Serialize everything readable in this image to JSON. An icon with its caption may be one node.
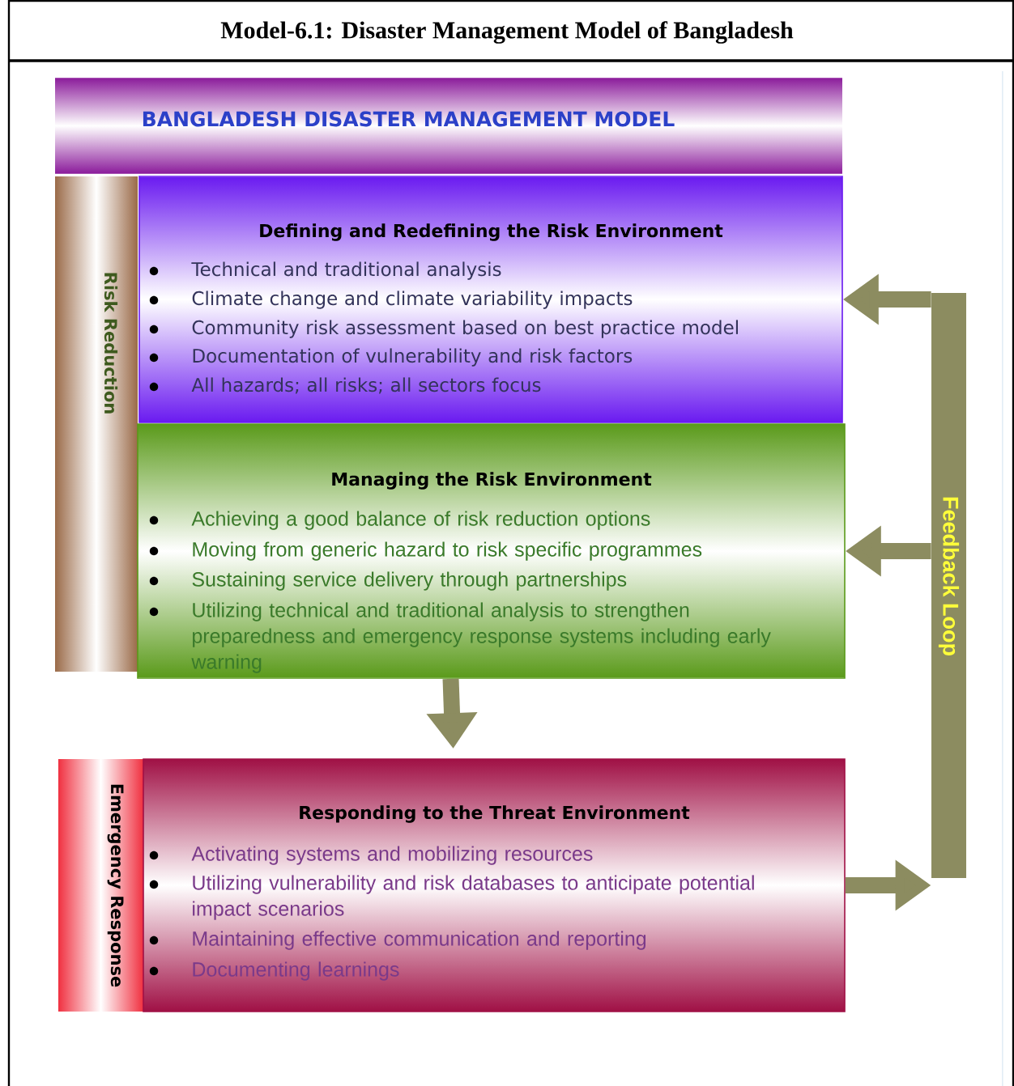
{
  "diagram": {
    "title": "Model-6.1: Disaster Management Model of Bangladesh",
    "nodes": [
      {
        "text": [
          "BANGLADESH DISASTER MANAGEMENT MODEL"
        ]
      },
      {
        "text": [
          "Risk Reduction"
        ]
      },
      {
        "text": [
          "Defining and Redefining the Risk Environment",
          "Technical and traditional analysis",
          "Climate change and climate variability impacts",
          "Community risk assessment based on best practice model",
          "Documentation of vulnerability and risk factors",
          "All hazards; all risks; all sectors focus"
        ]
      },
      {
        "text": [
          "Managing the Risk Environment",
          "Achieving a good balance of risk reduction options",
          "Moving from generic hazard to risk specific programmes",
          "Sustaining service delivery through partnerships",
          "Utilizing technical and traditional analysis to strengthen preparedness and emergency response systems including early warning"
        ]
      },
      {
        "text": [
          "Emergency Response"
        ]
      },
      {
        "text": [
          "Responding to the Threat Environment",
          "Activating systems and mobilizing resources",
          "Utilizing vulnerability and risk databases to anticipate potential impact scenarios",
          "Maintaining effective communication and reporting",
          "Documenting learnings"
        ]
      },
      {
        "text": [
          "Feedback Loop"
        ]
      }
    ],
    "edges": [
      {
        "from": 3,
        "to": 5,
        "arrow": "to"
      },
      {
        "from": 5,
        "to": 6,
        "arrow": "to"
      },
      {
        "from": 6,
        "to": 2,
        "arrow": "to"
      },
      {
        "from": 6,
        "to": 3,
        "arrow": "to"
      }
    ]
  }
}
